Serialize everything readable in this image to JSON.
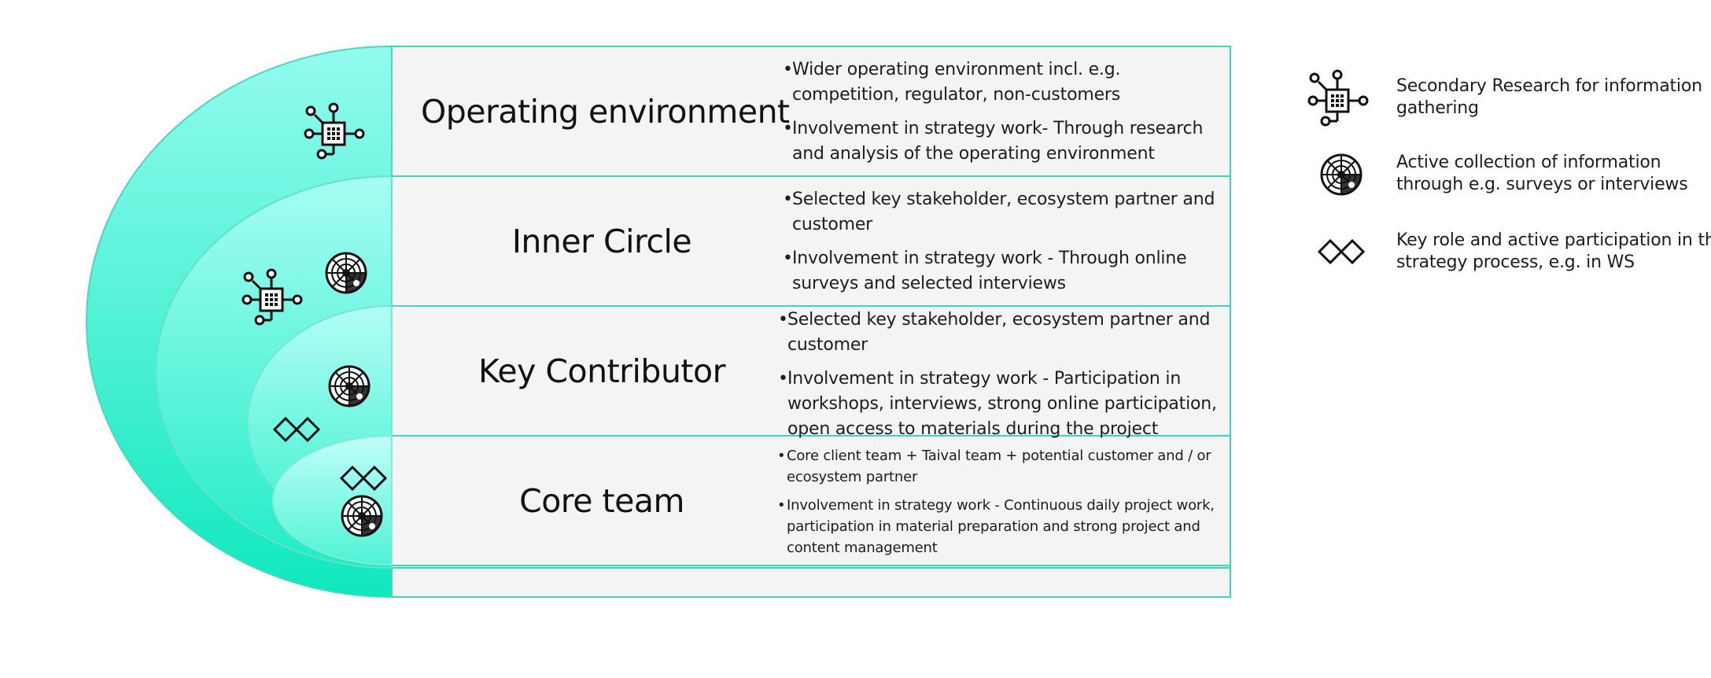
{
  "layers": [
    {
      "title": "Operating environment",
      "bullets": [
        "Wider operating environment incl. e.g. competition, regulator, non-customers",
        "Involvement in strategy work- Through research and analysis of the operating environment"
      ]
    },
    {
      "title": "Inner Circle",
      "bullets": [
        "Selected key stakeholder, ecosystem partner and customer",
        "Involvement in strategy work - Through online surveys and selected interviews"
      ]
    },
    {
      "title": "Key Contributor",
      "bullets": [
        "Selected key stakeholder, ecosystem partner and customer",
        "Involvement in strategy work - Participation in workshops, interviews, strong online participation, open access to materials during the project"
      ]
    },
    {
      "title": "Core team",
      "bullets": [
        "Core client team + Taival team + potential customer and / or ecosystem partner",
        "Involvement in strategy work - Continuous daily project work, participation in material preparation and strong project and content management"
      ]
    }
  ],
  "legend": [
    {
      "icon": "secondary-research-icon",
      "text": "Secondary Research for information gathering"
    },
    {
      "icon": "active-collection-icon",
      "text": "Active collection of information through e.g. surveys or interviews"
    },
    {
      "icon": "key-role-icon",
      "text": "Key role and active participation in the strategy process, e.g. in WS"
    }
  ],
  "colors": {
    "accent": "#2fe8c8",
    "accent_light": "#8ff5e6",
    "panel": "#f4f4f4",
    "border": "#3ed6b8"
  }
}
